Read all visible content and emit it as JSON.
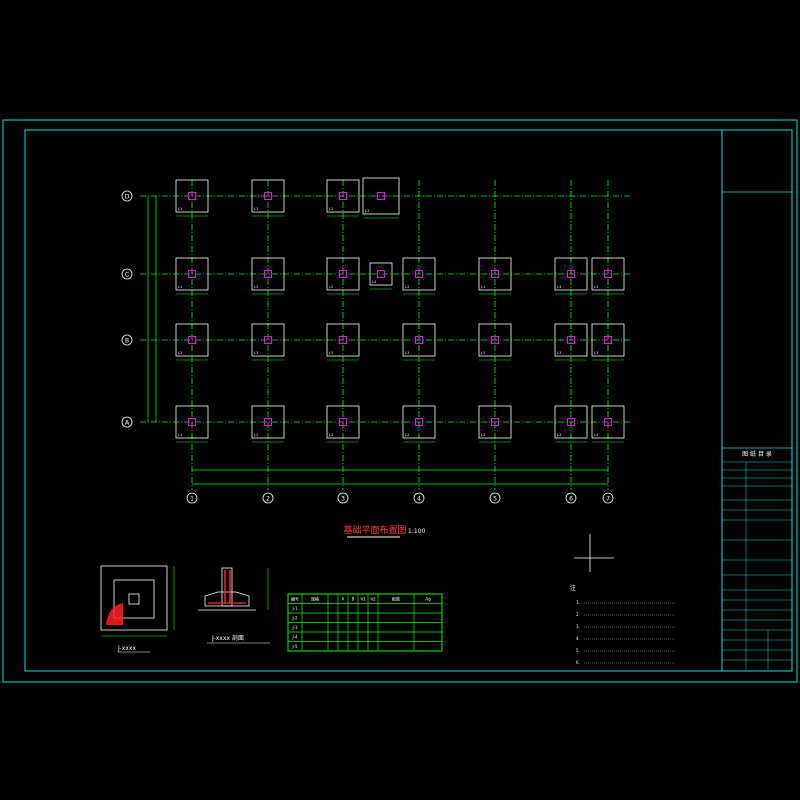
{
  "drawing": {
    "title": "基础平面布置图",
    "scale": "1:100",
    "detail_1_label": "J-xxxx",
    "detail_2_label": "J-xxxx 剖面"
  },
  "axes": {
    "rows": [
      "D",
      "C",
      "B",
      "A"
    ],
    "cols": [
      "1",
      "2",
      "3",
      "4",
      "5",
      "6",
      "7"
    ]
  },
  "footings": [
    {
      "row": "D",
      "col": "1",
      "tag": "J-1"
    },
    {
      "row": "D",
      "col": "2",
      "tag": "J-1"
    },
    {
      "row": "D",
      "col": "3",
      "tag": "J-2"
    },
    {
      "row": "D",
      "col": "3.5",
      "tag": "J-3"
    },
    {
      "row": "C",
      "col": "1",
      "tag": "J-1"
    },
    {
      "row": "C",
      "col": "2",
      "tag": "J-2"
    },
    {
      "row": "C",
      "col": "3",
      "tag": "J-2"
    },
    {
      "row": "C",
      "col": "3.5",
      "tag": "J-4"
    },
    {
      "row": "C",
      "col": "4",
      "tag": "J-2"
    },
    {
      "row": "C",
      "col": "5",
      "tag": "J-1"
    },
    {
      "row": "C",
      "col": "6",
      "tag": "J-3"
    },
    {
      "row": "C",
      "col": "7",
      "tag": "J-3"
    },
    {
      "row": "B",
      "col": "1",
      "tag": "J-2"
    },
    {
      "row": "B",
      "col": "2",
      "tag": "J-3"
    },
    {
      "row": "B",
      "col": "3",
      "tag": "J-3"
    },
    {
      "row": "B",
      "col": "4",
      "tag": "J-3"
    },
    {
      "row": "B",
      "col": "5",
      "tag": "J-3"
    },
    {
      "row": "B",
      "col": "6",
      "tag": "J-3"
    },
    {
      "row": "B",
      "col": "7",
      "tag": "J-3"
    },
    {
      "row": "A",
      "col": "1",
      "tag": "J-1"
    },
    {
      "row": "A",
      "col": "2",
      "tag": "J-2"
    },
    {
      "row": "A",
      "col": "3",
      "tag": "J-2"
    },
    {
      "row": "A",
      "col": "4",
      "tag": "J-2"
    },
    {
      "row": "A",
      "col": "5",
      "tag": "J-2"
    },
    {
      "row": "A",
      "col": "6",
      "tag": "J-3"
    },
    {
      "row": "A",
      "col": "7",
      "tag": "J-3"
    }
  ],
  "table": {
    "headers": [
      "编号",
      "规格",
      "",
      "A",
      "B",
      "h1",
      "h2",
      "配筋",
      "Ag"
    ],
    "rows": [
      [
        "J-1",
        "",
        "",
        "",
        "",
        "",
        "",
        "",
        ""
      ],
      [
        "J-2",
        "",
        "",
        "",
        "",
        "",
        "",
        "",
        ""
      ],
      [
        "J-3",
        "",
        "",
        "",
        "",
        "",
        "",
        "",
        ""
      ],
      [
        "J-4",
        "",
        "",
        "",
        "",
        "",
        "",
        "",
        ""
      ],
      [
        "J-5",
        "",
        "",
        "",
        "",
        "",
        "",
        "",
        ""
      ]
    ]
  },
  "notes": {
    "heading": "注",
    "items": [
      "1.",
      "2.",
      "3.",
      "4.",
      "5.",
      "6."
    ]
  },
  "title_block": {
    "heading": "图 纸 目 录"
  },
  "colors": {
    "frame": "#00e0e0",
    "grid": "#00ff00",
    "footing": "#ffffff",
    "column": "#ff00ff",
    "rebar": "#ff2020",
    "text": "#ffffff",
    "dim": "#00ff00"
  }
}
